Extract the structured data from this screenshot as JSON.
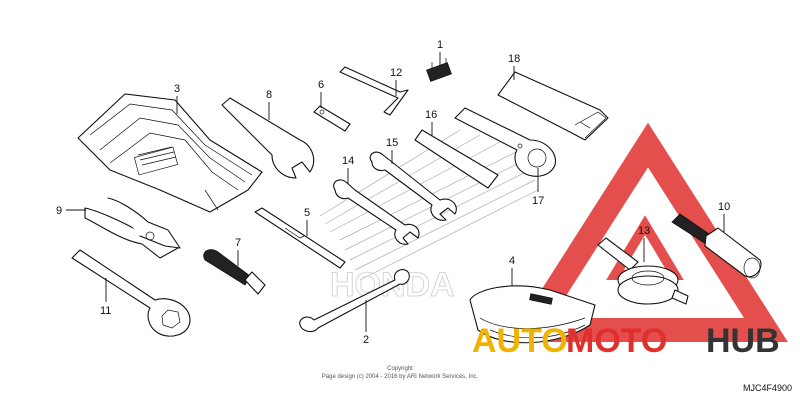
{
  "callouts": {
    "p1": "1",
    "p2": "2",
    "p3": "3",
    "p4": "4",
    "p5": "5",
    "p6": "6",
    "p7": "7",
    "p8": "8",
    "p9": "9",
    "p10": "10",
    "p11": "11",
    "p12": "12",
    "p13": "13",
    "p14": "14",
    "p15": "15",
    "p16": "16",
    "p17": "17",
    "p18": "18"
  },
  "watermark_brand": {
    "auto": "AUTO",
    "moto": "MOTO",
    "hub": "HUB"
  },
  "background_logo": "HONDA",
  "copyright": {
    "line1": "Copyright",
    "line2": "Page design (c) 2004 - 2016 by ARI Network Services, Inc."
  },
  "diagram_code": "MJC4F4900",
  "colors": {
    "watermark_red": "#e0302e",
    "watermark_yellow": "#f0b400",
    "ink": "#111111"
  }
}
